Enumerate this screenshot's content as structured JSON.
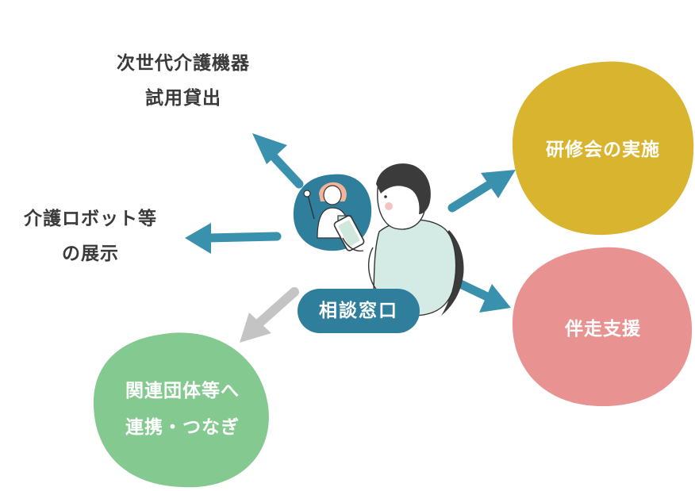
{
  "center": {
    "label": "相談窓口"
  },
  "labels": {
    "trial_lending": {
      "line1": "次世代介護機器",
      "line2": "試用貸出"
    },
    "robot_exhibit": {
      "line1": "介護ロボット等",
      "line2": "の展示"
    }
  },
  "blobs": {
    "workshops": {
      "label": "研修会の実施",
      "color": "#d9b42e"
    },
    "support": {
      "label": "伴走支援",
      "color": "#e89391"
    },
    "linkage": {
      "line1": "関連団体等へ",
      "line2": "連携・つなぎ",
      "color": "#84c98f"
    }
  },
  "colors": {
    "arrow_active": "#3a91ad",
    "arrow_inactive": "#c4c4c4",
    "center_pill": "#2f7f9c"
  },
  "illustration": {
    "icons": [
      "staff-icon",
      "person-with-phone-icon"
    ]
  }
}
